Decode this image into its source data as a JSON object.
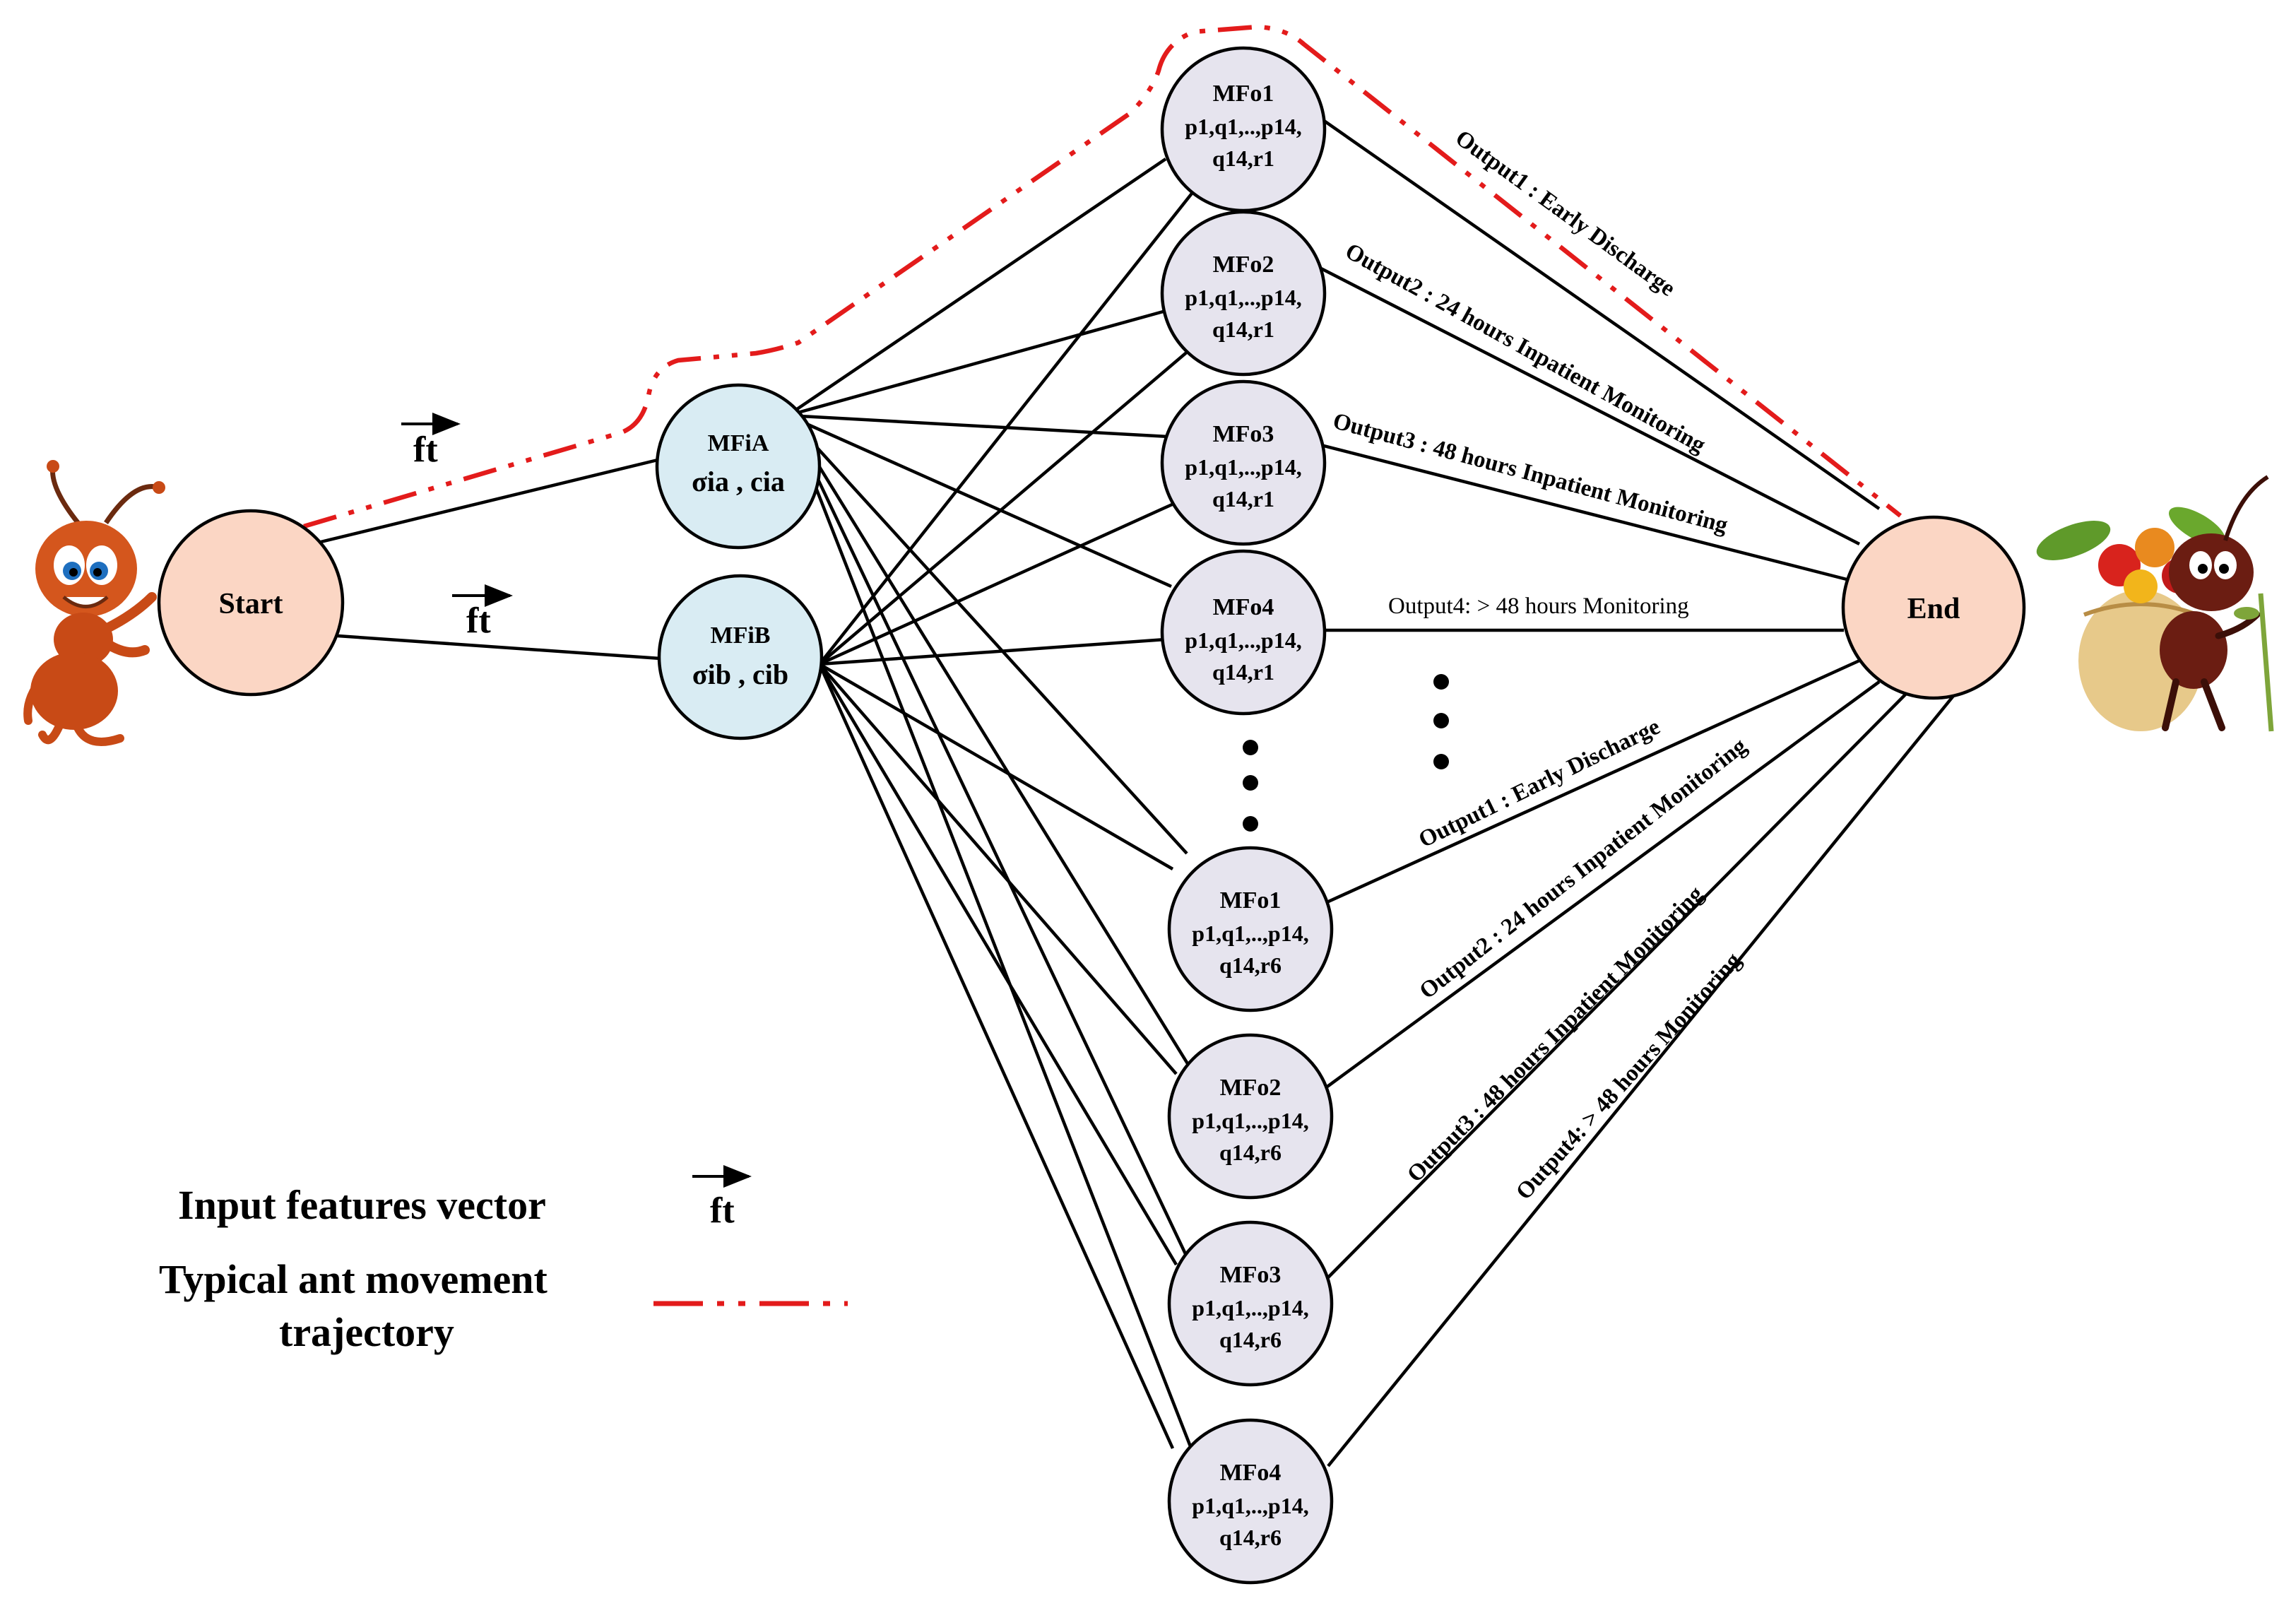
{
  "nodes": {
    "start": {
      "label": "Start"
    },
    "end": {
      "label": "End"
    },
    "mfia": {
      "title": "MFiA",
      "params": "σia , cia"
    },
    "mfib": {
      "title": "MFiB",
      "params": "σib , cib"
    },
    "outputs_r1": [
      {
        "title": "MFo1",
        "line1": "p1,q1,..,p14,",
        "line2": "q14,r1"
      },
      {
        "title": "MFo2",
        "line1": "p1,q1,..,p14,",
        "line2": "q14,r1"
      },
      {
        "title": "MFo3",
        "line1": "p1,q1,..,p14,",
        "line2": "q14,r1"
      },
      {
        "title": "MFo4",
        "line1": "p1,q1,..,p14,",
        "line2": "q14,r1"
      }
    ],
    "outputs_r6": [
      {
        "title": "MFo1",
        "line1": "p1,q1,..,p14,",
        "line2": "q14,r6"
      },
      {
        "title": "MFo2",
        "line1": "p1,q1,..,p14,",
        "line2": "q14,r6"
      },
      {
        "title": "MFo3",
        "line1": "p1,q1,..,p14,",
        "line2": "q14,r6"
      },
      {
        "title": "MFo4",
        "line1": "p1,q1,..,p14,",
        "line2": "q14,r6"
      }
    ]
  },
  "input_edges": {
    "ft_top": "ft",
    "ft_bottom": "ft"
  },
  "edge_labels_top": [
    "Output1 : Early Discharge",
    "Output2 : 24 hours Inpatient Monitoring",
    "Output3 : 48 hours Inpatient Monitoring",
    "Output4: > 48 hours  Monitoring"
  ],
  "edge_labels_bottom": [
    "Output1 : Early Discharge",
    "Output2 : 24 hours Inpatient Monitoring",
    "Output3 : 48 hours Inpatient Monitoring",
    "Output4: > 48 hours  Monitoring"
  ],
  "legend": {
    "input_vector": "Input features vector",
    "input_vector_symbol": "ft",
    "trajectory_line1": "Typical ant movement",
    "trajectory_line2": "trajectory"
  },
  "colors": {
    "terminal_fill": "#fbd6c4",
    "input_fill": "#d9ecf3",
    "output_fill": "#e6e4ee",
    "trajectory": "#e31b1b"
  },
  "icons": {
    "start_mascot": "cartoon-ant-icon",
    "end_mascot": "ant-with-food-bag-icon"
  }
}
